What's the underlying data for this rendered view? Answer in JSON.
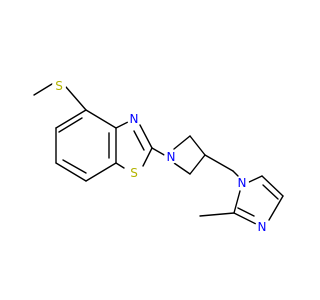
{
  "molecule": {
    "atoms": {
      "s_methylthio": {
        "symbol": "S",
        "color": "#b3b300"
      },
      "n_thiazole": {
        "symbol": "N",
        "color": "#0000ff"
      },
      "s_thiazole": {
        "symbol": "S",
        "color": "#b3b300"
      },
      "n_azetidine": {
        "symbol": "N",
        "color": "#0000ff"
      },
      "n_imidazole_1": {
        "symbol": "N",
        "color": "#0000ff"
      },
      "n_imidazole_3": {
        "symbol": "N",
        "color": "#0000ff"
      }
    }
  }
}
